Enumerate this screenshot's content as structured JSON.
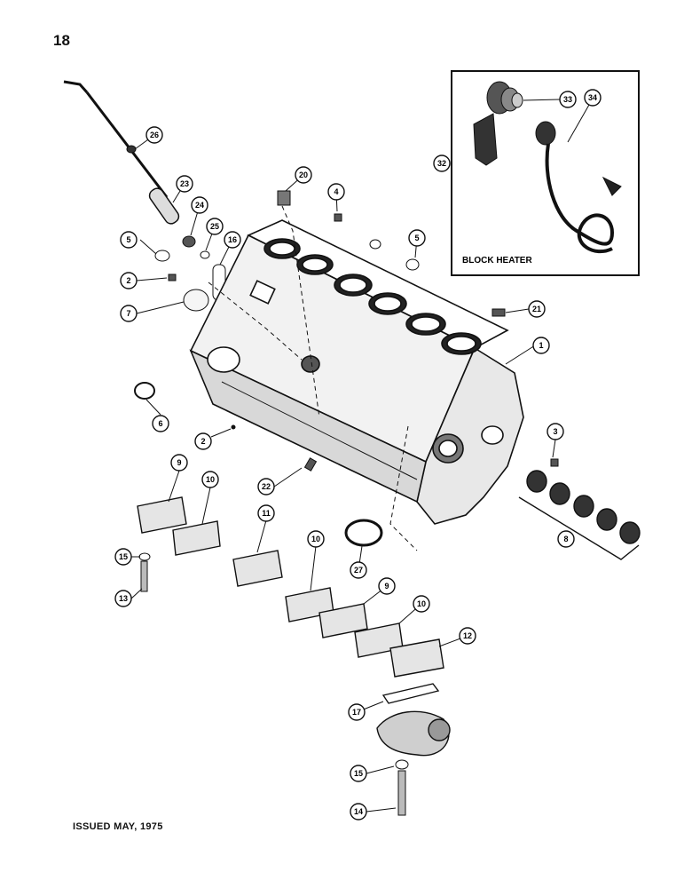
{
  "page_number": "18",
  "footer": "ISSUED MAY, 1975",
  "inset": {
    "label": "BLOCK HEATER"
  },
  "callouts": [
    {
      "id": "c26",
      "n": "26"
    },
    {
      "id": "c23",
      "n": "23"
    },
    {
      "id": "c24",
      "n": "24"
    },
    {
      "id": "c25",
      "n": "25"
    },
    {
      "id": "c16",
      "n": "16"
    },
    {
      "id": "c20",
      "n": "20"
    },
    {
      "id": "c4",
      "n": "4"
    },
    {
      "id": "c5a",
      "n": "5"
    },
    {
      "id": "c5b",
      "n": "5"
    },
    {
      "id": "c2a",
      "n": "2"
    },
    {
      "id": "c7",
      "n": "7"
    },
    {
      "id": "c21",
      "n": "21"
    },
    {
      "id": "c1",
      "n": "1"
    },
    {
      "id": "c6",
      "n": "6"
    },
    {
      "id": "c2b",
      "n": "2"
    },
    {
      "id": "c3",
      "n": "3"
    },
    {
      "id": "c9a",
      "n": "9"
    },
    {
      "id": "c10a",
      "n": "10"
    },
    {
      "id": "c22",
      "n": "22"
    },
    {
      "id": "c8",
      "n": "8"
    },
    {
      "id": "c11",
      "n": "11"
    },
    {
      "id": "c15a",
      "n": "15"
    },
    {
      "id": "c10b",
      "n": "10"
    },
    {
      "id": "c27",
      "n": "27"
    },
    {
      "id": "c13",
      "n": "13"
    },
    {
      "id": "c9b",
      "n": "9"
    },
    {
      "id": "c10c",
      "n": "10"
    },
    {
      "id": "c12",
      "n": "12"
    },
    {
      "id": "c17",
      "n": "17"
    },
    {
      "id": "c15b",
      "n": "15"
    },
    {
      "id": "c14",
      "n": "14"
    },
    {
      "id": "c33",
      "n": "33"
    },
    {
      "id": "c34",
      "n": "34"
    },
    {
      "id": "c32",
      "n": "32"
    }
  ]
}
